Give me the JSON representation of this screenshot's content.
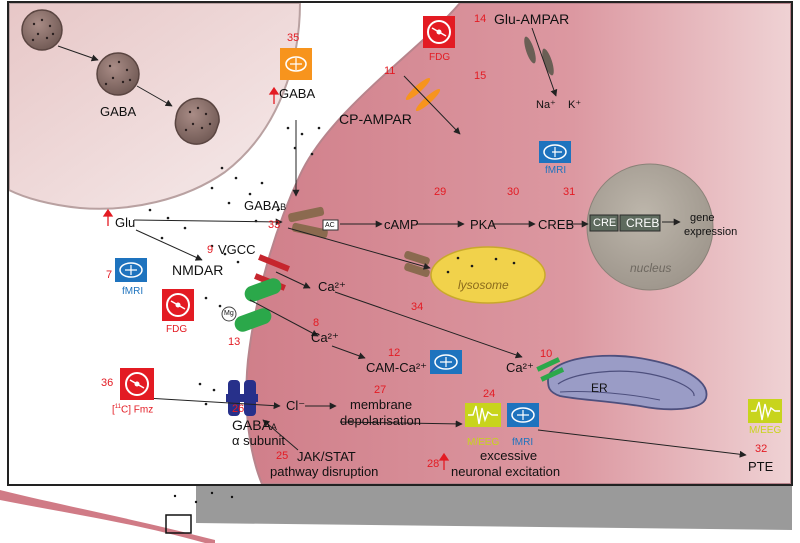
{
  "colors": {
    "neuron": "#d88a95",
    "red": "#e31b23",
    "blue": "#1e73be",
    "green": "#2bb24c",
    "navy": "#27308a",
    "lysosome": "#f1d24b",
    "nucleus": "#aea69b",
    "er": "#8a8db8",
    "orange": "#f7941d",
    "meeg": "#c8d41c"
  },
  "numbers": {
    "n7": "7",
    "n8": "8",
    "n9": "9",
    "n10": "10",
    "n11": "11",
    "n12": "12",
    "n13": "13",
    "n14": "14",
    "n15": "15",
    "n24": "24",
    "n25": "25",
    "n26": "26",
    "n27": "27",
    "n28": "28",
    "n29": "29",
    "n30": "30",
    "n31": "31",
    "n32": "32",
    "n33": "33",
    "n34": "34",
    "n35": "35",
    "n36": "36"
  },
  "labels": {
    "gaba_left": "GABA",
    "gaba_top": "GABA",
    "gaba_b": "GABA",
    "gaba_b_sub": "B",
    "glu": "Glu",
    "cp_ampar": "CP-AMPAR",
    "glu_ampar": "Glu-AMPAR",
    "na": "Na⁺",
    "k": "K⁺",
    "vgcc": "VGCC",
    "nmdar": "NMDAR",
    "mg": "Mg",
    "ac": "AC",
    "camp": "cAMP",
    "pka": "PKA",
    "creb": "CREB",
    "cre_box": "CRE",
    "creb_box": "CREB",
    "gene": "gene",
    "expression": "expression",
    "nucleus": "nucleus",
    "lysosome": "lysosome",
    "ca_1": "Ca²⁺",
    "ca_2": "Ca²⁺",
    "ca_3": "Ca²⁺",
    "cam_ca": "CAM-Ca²⁺",
    "er": "ER",
    "cl": "Cl⁻",
    "membrane": "membrane",
    "depolarisation": "depolarisation",
    "gaba_a": "GABA",
    "gaba_a_sub": "A",
    "alpha_subunit": "α subunit",
    "jak": "JAK/STAT",
    "pathway": "pathway disruption",
    "excessive": "excessive",
    "neuronal": "neuronal excitation",
    "pte": "PTE"
  },
  "badges": {
    "fdg_top": "FDG",
    "fdg_left": "FDG",
    "fmri_top": "fMRI",
    "fmri_left": "fMRI",
    "fmri_bottom": "fMRI",
    "meeg_center": "M/EEG",
    "meeg_right": "M/EEG",
    "fmz_pre": "[",
    "fmz_sup": "11",
    "fmz_post": "C] Fmz"
  }
}
